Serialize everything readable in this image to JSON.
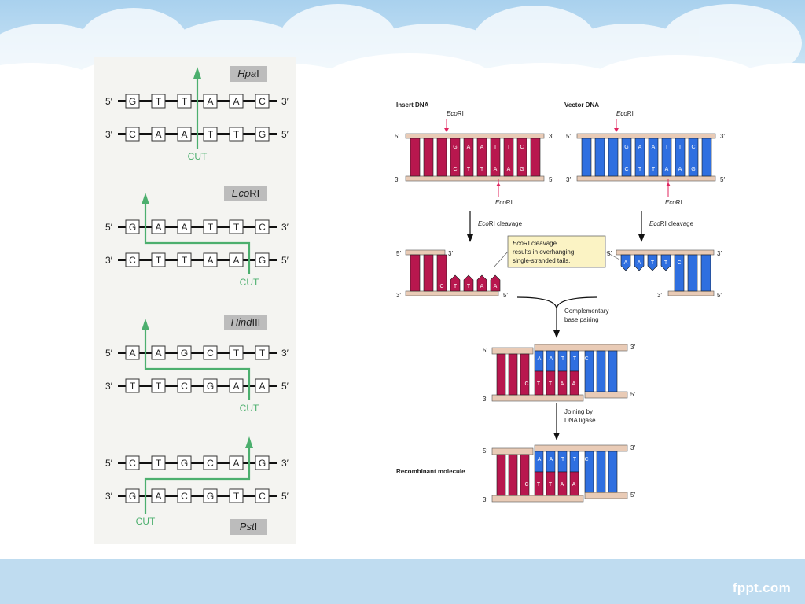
{
  "footer": {
    "brand": "fppt.com"
  },
  "enzymes": [
    {
      "name_italic": "Hpa",
      "name_rest": "I",
      "top": [
        "G",
        "T",
        "T",
        "A",
        "A",
        "C"
      ],
      "bottom": [
        "C",
        "A",
        "A",
        "T",
        "T",
        "G"
      ],
      "cut_label": "CUT"
    },
    {
      "name_italic": "Eco",
      "name_rest": "RI",
      "top": [
        "G",
        "A",
        "A",
        "T",
        "T",
        "C"
      ],
      "bottom": [
        "C",
        "T",
        "T",
        "A",
        "A",
        "G"
      ],
      "cut_label": "CUT"
    },
    {
      "name_italic": "Hind",
      "name_rest": "III",
      "top": [
        "A",
        "A",
        "G",
        "C",
        "T",
        "T"
      ],
      "bottom": [
        "T",
        "T",
        "C",
        "G",
        "A",
        "A"
      ],
      "cut_label": "CUT"
    },
    {
      "name_italic": "Pst",
      "name_rest": "I",
      "top": [
        "C",
        "T",
        "G",
        "C",
        "A",
        "G"
      ],
      "bottom": [
        "G",
        "A",
        "C",
        "G",
        "T",
        "C"
      ],
      "cut_label": "CUT"
    }
  ],
  "strand_ends": {
    "five": "5′",
    "three": "3′"
  },
  "recomb": {
    "insert_label": "Insert DNA",
    "vector_label": "Vector DNA",
    "enzyme_italic": "Eco",
    "enzyme_rest": "RI",
    "cleavage_text": "cleavage",
    "top_seq": [
      "G",
      "A",
      "A",
      "T",
      "T",
      "C"
    ],
    "bottom_seq": [
      "C",
      "T",
      "T",
      "A",
      "A",
      "G"
    ],
    "callout": [
      "cleavage",
      "results in overhanging",
      "single-stranded tails."
    ],
    "complementary": [
      "Complementary",
      "base pairing"
    ],
    "joining": [
      "Joining by",
      "DNA ligase"
    ],
    "recombinant_label": "Recombinant molecule",
    "insert_color": "#b8174e",
    "vector_color": "#2f6fe0",
    "backbone_color": "#e9cbb6",
    "cut_arrow_color": "#4caf6e"
  }
}
